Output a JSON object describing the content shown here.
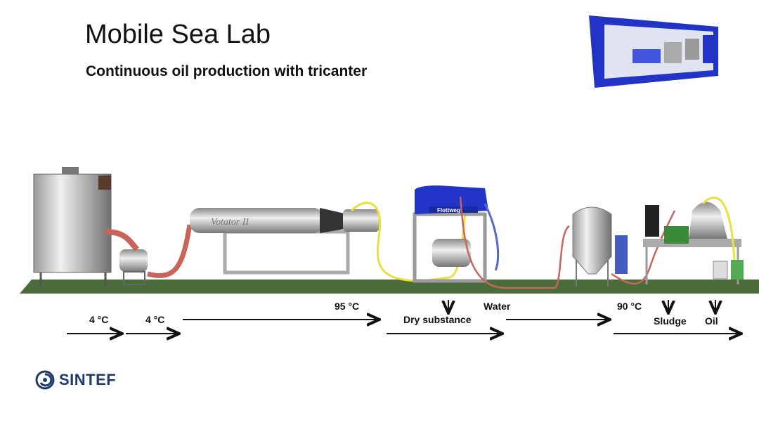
{
  "slide": {
    "title": "Mobile Sea Lab",
    "subtitle": "Continuous oil production with tricanter"
  },
  "equipment_logos": [
    "Votator II",
    "Flottweg"
  ],
  "flow_labels": {
    "temp1": "4 °C",
    "temp2": "4 °C",
    "temp3": "95 °C",
    "dry_substance": "Dry substance",
    "water": "Water",
    "temp4": "90 °C",
    "sludge": "Sludge",
    "oil": "Oil"
  },
  "footer": {
    "brand": "SINTEF"
  },
  "colors": {
    "ground": "#4a6b3a",
    "container": "#2233c8",
    "hose_red": "#c9645a",
    "hose_yellow": "#e8e040",
    "brand": "#1f3a6b"
  }
}
